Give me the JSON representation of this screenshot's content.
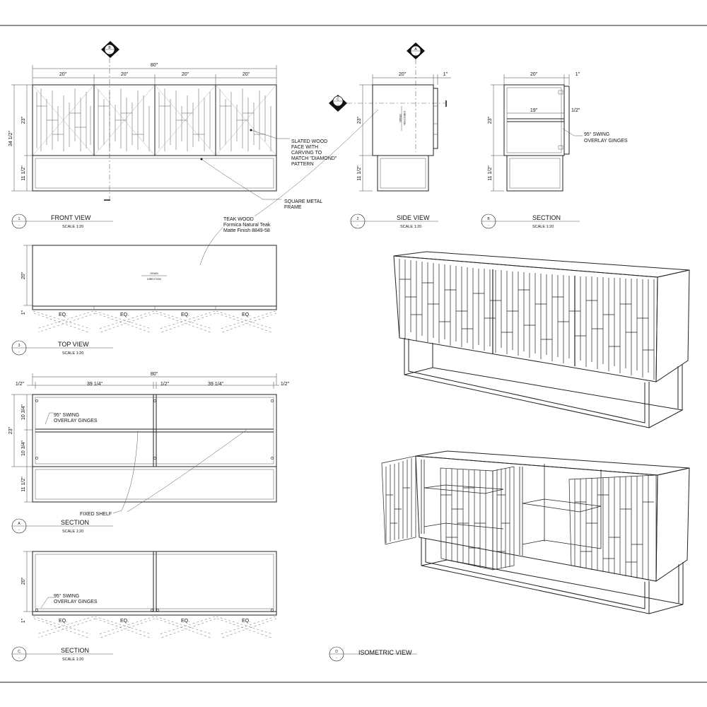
{
  "views": {
    "front": {
      "number": "1",
      "sheet": "-",
      "title": "FRONT VIEW",
      "scale": "SCALE 1:20"
    },
    "side": {
      "number": "2",
      "sheet": "-",
      "title": "SIDE VIEW",
      "scale": "SCALE 1:20"
    },
    "section_b": {
      "number": "B",
      "sheet": "-",
      "title": "SECTION",
      "scale": "SCALE 1:20"
    },
    "top": {
      "number": "3",
      "sheet": "-",
      "title": "TOP VIEW",
      "scale": "SCALE 1:20"
    },
    "section_a": {
      "number": "A",
      "sheet": "-",
      "title": "SECTION",
      "scale": "SCALE 1:20"
    },
    "section_c": {
      "number": "C",
      "sheet": "-",
      "title": "SECTION",
      "scale": "SCALE 1:20"
    },
    "isometric": {
      "number": "D",
      "sheet": "-",
      "title": "ISOMETRIC VIEW"
    }
  },
  "cut_markers": {
    "b": "B",
    "a": "A",
    "c": "C",
    "sheet": "-"
  },
  "dims": {
    "overall_width": "80\"",
    "panel_width": "20\"",
    "body_height": "23\"",
    "total_height": "34 1/2\"",
    "base_height": "11 1/2\"",
    "depth": "20\"",
    "top_thickness": "1\"",
    "inner_depth": "19\"",
    "half_inch": "1/2\"",
    "half_width": "39 1/4\"",
    "shelf_height": "10 3/4\"",
    "equal": "EQ."
  },
  "notes": {
    "slated_wood": [
      "SLATED WOOD",
      "FACE WITH",
      "CARVING TO",
      "MATCH \"DIAMOND\"",
      "PATTERN"
    ],
    "metal_frame": [
      "SQUARE METAL",
      "FRAME"
    ],
    "teak": [
      "TEAK WOOD",
      "Formica Natural Teak",
      "Matte Finish 8849-58"
    ],
    "hinges": [
      "95° SWING",
      "OVERLAY GINGES"
    ],
    "fixed_shelf": "FIXED SHELF",
    "grain": [
      "GRAIN",
      "DIRECTION"
    ]
  }
}
